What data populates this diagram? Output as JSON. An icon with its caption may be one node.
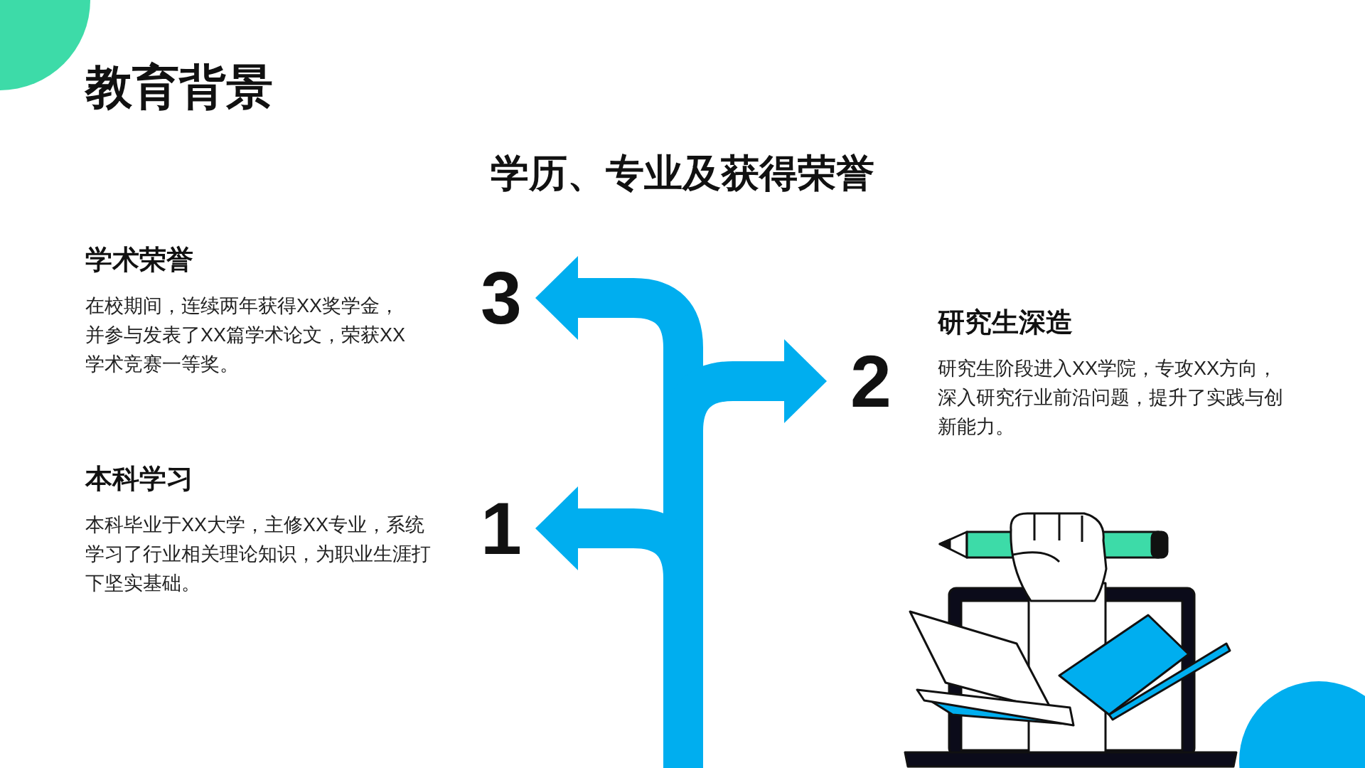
{
  "diagram": {
    "title": "教育背景",
    "caption": "学历、专业及获得荣誉",
    "nodes": [
      {
        "text": [
          "3"
        ]
      },
      {
        "text": [
          "2"
        ]
      },
      {
        "text": [
          "1"
        ]
      }
    ],
    "edges": [
      {
        "from": null,
        "to": 0,
        "arrow": "to"
      },
      {
        "from": null,
        "to": 1,
        "arrow": "to"
      },
      {
        "from": null,
        "to": 2,
        "arrow": "to"
      }
    ],
    "labels": [
      "学术荣誉",
      "在校期间，连续两年获得XX奖学金，并参与发表了XX篇学术论文，荣获XX学术竞赛一等奖。",
      "研究生深造",
      "研究生阶段进入XX学院，专攻XX方向，深入研究行业前沿问题，提升了实践与创新能力。",
      "本科学习",
      "本科毕业于XX大学，主修XX专业，系统学习了行业相关理论知识，为职业生涯打下坚实基础。"
    ]
  }
}
